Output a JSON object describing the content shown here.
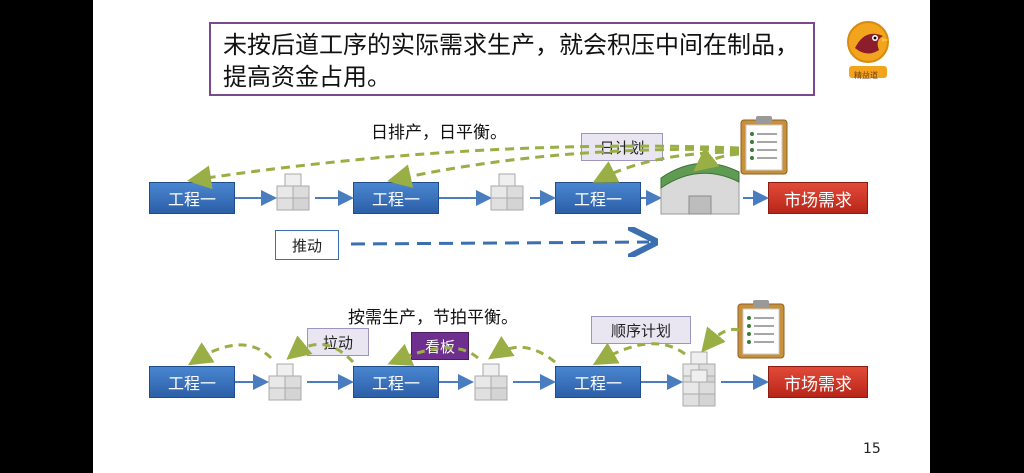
{
  "slide": {
    "title": "未按后道工序的实际需求生产，就会积压中间在制品，提高资金占用。",
    "page_number": "15",
    "logo_text": "精益道"
  },
  "push_section": {
    "heading": "日排产，日平衡。",
    "processes": [
      "工程一",
      "工程一",
      "工程一"
    ],
    "market": "市场需求",
    "plan_label": "日计划",
    "flow_label": "推动"
  },
  "pull_section": {
    "heading": "按需生产，节拍平衡。",
    "processes": [
      "工程一",
      "工程一",
      "工程一"
    ],
    "market": "市场需求",
    "pull_label": "拉动",
    "kanban_label": "看板",
    "plan_label": "顺序计划"
  },
  "colors": {
    "process_blue": "#2c5fa8",
    "market_red": "#c8321f",
    "dashed_green": "#9aae46",
    "kanban_purple": "#6f2f8f"
  }
}
